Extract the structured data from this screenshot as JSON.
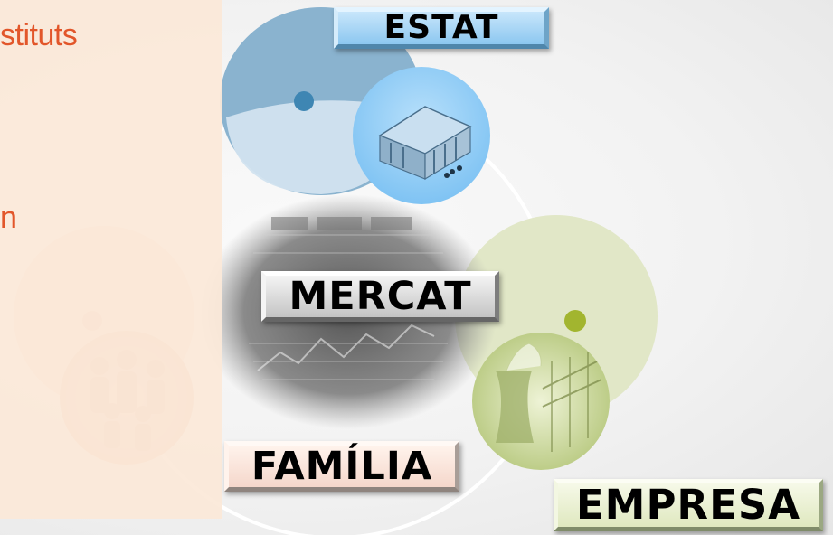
{
  "side_text": {
    "line1": "stituts",
    "line2": "n"
  },
  "labels": {
    "estat": "ESTAT",
    "mercat": "MERCAT",
    "familia": "FAMÍLIA",
    "empresa": "EMPRESA"
  },
  "colors": {
    "estat_blue": "#8ab3cf",
    "estat_dot": "#3e86b3",
    "empresa_green": "#d9e3b8",
    "empresa_dot": "#a2b52f",
    "familia_peach": "#f3c9b3",
    "familia_dot": "#f2bca3",
    "side_text": "#e2562a",
    "side_panel": "#fbe8d8"
  },
  "icons": {
    "estat": "government-building-icon",
    "mercat": "stock-market-board-image",
    "familia": "crowd-people-icon",
    "empresa": "factory-cooling-tower-icon"
  }
}
